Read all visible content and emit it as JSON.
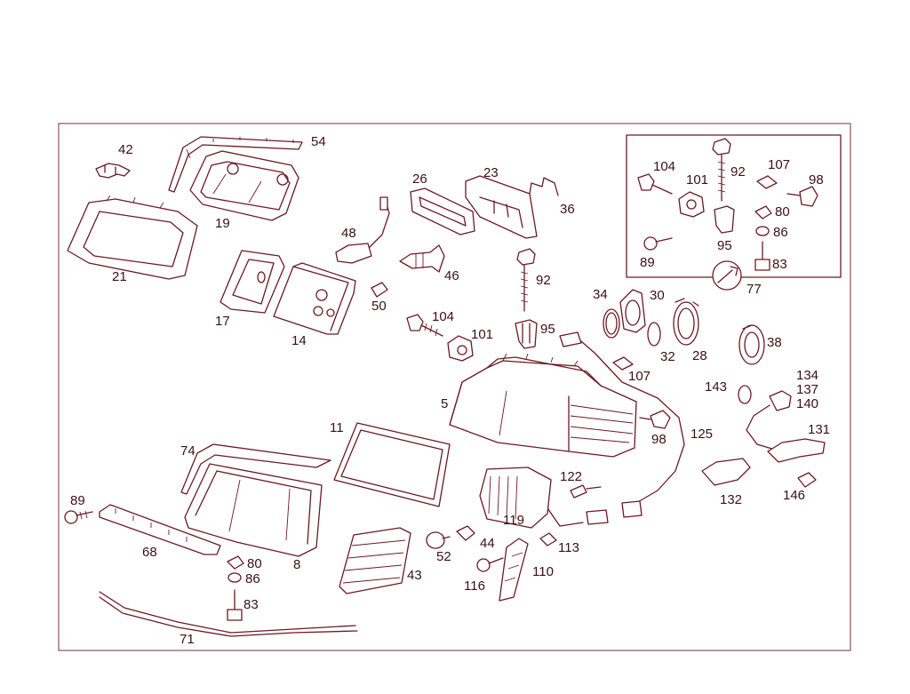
{
  "labels": {
    "p42": "42",
    "p54": "54",
    "p19": "19",
    "p21": "21",
    "p17": "17",
    "p14": "14",
    "p26": "26",
    "p23": "23",
    "p36": "36",
    "p48": "48",
    "p46": "46",
    "p50": "50",
    "p92a": "92",
    "p104a": "104",
    "p101a": "101",
    "p95a": "95",
    "p34": "34",
    "p30": "30",
    "p32": "32",
    "p28": "28",
    "p38": "38",
    "p107a": "107",
    "p5": "5",
    "p98a": "98",
    "p125": "125",
    "p143": "143",
    "p134": "134",
    "p137": "137",
    "p140": "140",
    "p131": "131",
    "p132": "132",
    "p146": "146",
    "p11": "11",
    "p74": "74",
    "p89a": "89",
    "p68": "68",
    "p80a": "80",
    "p86a": "86",
    "p83a": "83",
    "p8": "8",
    "p71": "71",
    "p43": "43",
    "p52": "52",
    "p44": "44",
    "p116": "116",
    "p110": "110",
    "p113": "113",
    "p122": "122",
    "p119": "119",
    "inset_104": "104",
    "inset_101": "101",
    "inset_92": "92",
    "inset_107": "107",
    "inset_98": "98",
    "inset_80": "80",
    "inset_86": "86",
    "inset_95": "95",
    "inset_89": "89",
    "inset_83": "83",
    "inset_77": "77"
  },
  "colors": {
    "line": "#6b1a24",
    "text": "#3a1015",
    "background": "#ffffff"
  }
}
